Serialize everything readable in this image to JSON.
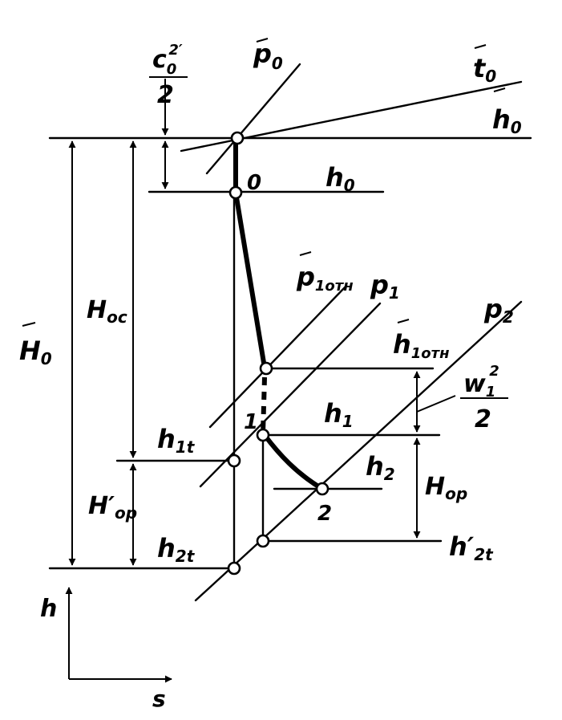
{
  "labels": {
    "c0": "c",
    "c0_sub": "0",
    "c0_sup": "2′",
    "two_a": "2",
    "p0": "p",
    "p0_sub": "0",
    "t0": "t",
    "t0_sub": "0",
    "h0_bar": "h",
    "h0_bar_sub": "0",
    "point0": "0",
    "h0": "h",
    "h0_sub": "0",
    "p1otn": "p",
    "p1otn_sub": "1отн",
    "p1": "p",
    "p1_sub": "1",
    "p2": "p",
    "p2_sub": "2",
    "h1otn": "h",
    "h1otn_sub": "1отн",
    "w1": "w",
    "w1_sub": "1",
    "w1_sup": "2",
    "two_b": "2",
    "Hoc": "H",
    "Hoc_sub": "ос",
    "H0bar": "H",
    "H0bar_sub": "0",
    "h1": "h",
    "h1_sub": "1",
    "point1": "1",
    "h1t": "h",
    "h1t_sub": "1t",
    "h2": "h",
    "h2_sub": "2",
    "point2": "2",
    "Hop_prime": "H′",
    "Hop_prime_sub": "ор",
    "Hop": "H",
    "Hop_sub": "ор",
    "h2t": "h",
    "h2t_sub": "2t",
    "h2t_prime": "h′",
    "h2t_prime_sub": "2t",
    "axis_h": "h",
    "axis_s": "s"
  },
  "colors": {
    "ink": "#000000",
    "paper": "#ffffff"
  }
}
